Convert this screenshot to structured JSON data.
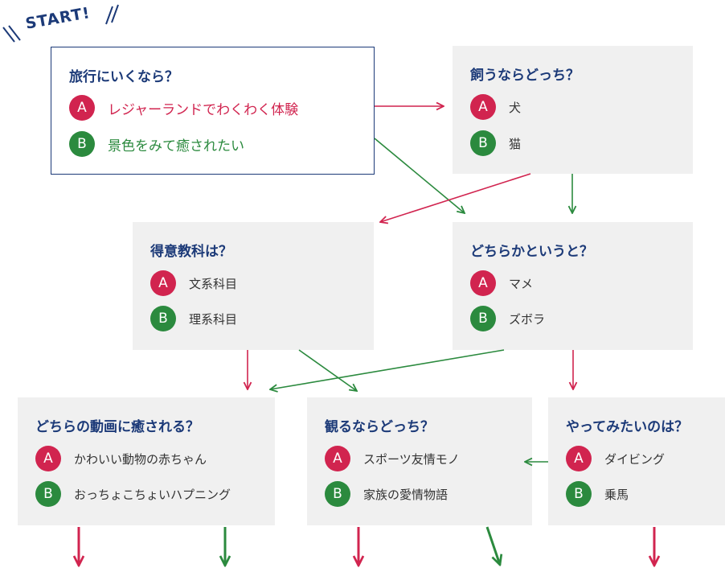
{
  "start_label": "START!",
  "colors": {
    "navy": "#1c3a78",
    "red": "#d1244f",
    "green": "#2b8a3e",
    "box_bg": "#f0f0f0"
  },
  "nodes": {
    "travel": {
      "question": "旅行にいくなら？",
      "option_a": {
        "badge": "A",
        "text": "レジャーランドでわくわく体験"
      },
      "option_b": {
        "badge": "B",
        "text": "景色をみて癒されたい"
      }
    },
    "pet": {
      "question": "飼うならどっち？",
      "option_a": {
        "badge": "A",
        "text": "犬"
      },
      "option_b": {
        "badge": "B",
        "text": "猫"
      }
    },
    "subject": {
      "question": "得意教科は？",
      "option_a": {
        "badge": "A",
        "text": "文系科目"
      },
      "option_b": {
        "badge": "B",
        "text": "理系科目"
      }
    },
    "personality": {
      "question": "どちらかというと？",
      "option_a": {
        "badge": "A",
        "text": "マメ"
      },
      "option_b": {
        "badge": "B",
        "text": "ズボラ"
      }
    },
    "video": {
      "question": "どちらの動画に癒される？",
      "option_a": {
        "badge": "A",
        "text": "かわいい動物の赤ちゃん"
      },
      "option_b": {
        "badge": "B",
        "text": "おっちょこちょいハプニング"
      }
    },
    "watch": {
      "question": "観るならどっち？",
      "option_a": {
        "badge": "A",
        "text": "スポーツ友情モノ"
      },
      "option_b": {
        "badge": "B",
        "text": "家族の愛情物語"
      }
    },
    "try": {
      "question": "やってみたいのは？",
      "option_a": {
        "badge": "A",
        "text": "ダイビング"
      },
      "option_b": {
        "badge": "B",
        "text": "乗馬"
      }
    }
  }
}
